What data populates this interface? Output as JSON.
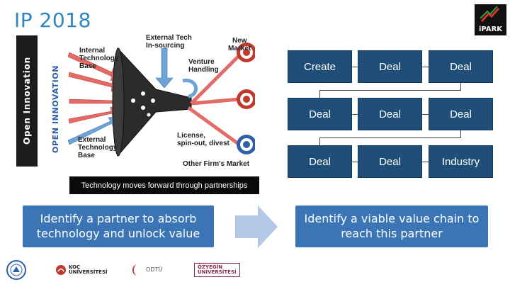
{
  "header": {
    "title": "IP 2018",
    "logo_text": "iPARK"
  },
  "sidebar": {
    "label": "Open Innovation"
  },
  "diagram": {
    "vertical_label": "OPEN INNOVATION",
    "labels": {
      "internal": [
        "Internal",
        "Technology",
        "Base"
      ],
      "external_insourcing": [
        "External Tech",
        "In-sourcing"
      ],
      "new_market": [
        "New",
        "Market"
      ],
      "venture": [
        "Venture",
        "Handling"
      ],
      "external_base": [
        "External",
        "Technology",
        "Base"
      ],
      "license": [
        "License,",
        "spin-out, divest"
      ],
      "other_market": "Other Firm's Market"
    },
    "colors": {
      "arrow": "#e46b66",
      "arrow_blue": "#6ea3d8",
      "funnel": "#2b2b2b",
      "target_red": "#c0392b",
      "target_blue": "#2e5fa8"
    }
  },
  "value_chain": {
    "rows": [
      [
        "Create",
        "Deal",
        "Deal"
      ],
      [
        "Deal",
        "Deal",
        "Deal"
      ],
      [
        "Deal",
        "Deal",
        "Industry"
      ]
    ],
    "box_color": "#1f4e79"
  },
  "caption": "Technology moves forward through partnerships",
  "actions": {
    "left": "Identify a partner to absorb technology and unlock value",
    "right": "Identify a viable value chain to reach this partner",
    "box_color": "#3b75b5",
    "arrow_color": "#b4c7e7"
  },
  "universities": {
    "koc": [
      "KOÇ",
      "ÜNİVERSİTESİ"
    ],
    "odtu": "ODTÜ",
    "ozyegin": [
      "ÖZYEĞİN",
      "ÜNİVERSİTESİ"
    ]
  }
}
